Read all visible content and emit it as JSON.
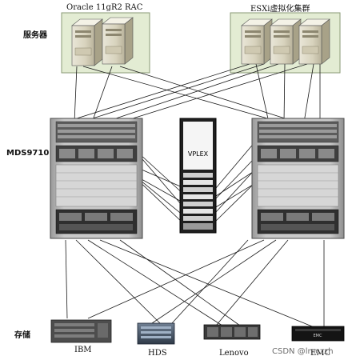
{
  "side_labels": {
    "servers": "服务器",
    "switches": "MDS9710",
    "storage": "存储"
  },
  "clusters": {
    "oracle": "Oracle 11gR2 RAC",
    "esxi": "ESXi虚拟化集群"
  },
  "vplex": "VPLEX",
  "storage_systems": [
    "IBM",
    "HDS",
    "Lenovo",
    "EMC"
  ],
  "emc_badge": "EMC",
  "watermark": "CSDN @lmczzh"
}
